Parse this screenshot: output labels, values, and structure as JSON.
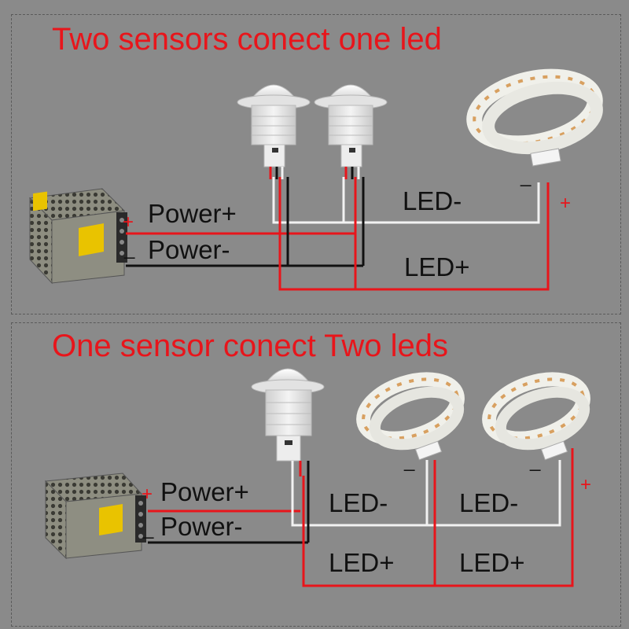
{
  "top": {
    "title": "Two sensors conect one led",
    "power_plus": "Power+",
    "power_minus": "Power-",
    "led_minus": "LED-",
    "led_plus": "LED+",
    "psu_plus": "+",
    "psu_minus": "_",
    "strip_minus": "_",
    "strip_plus": "+"
  },
  "bottom": {
    "title": "One sensor conect Two leds",
    "power_plus": "Power+",
    "power_minus": "Power-",
    "led_minus_1": "LED-",
    "led_minus_2": "LED-",
    "led_plus_1": "LED+",
    "led_plus_2": "LED+",
    "psu_plus": "+",
    "psu_minus": "_",
    "strip1_minus": "_",
    "strip2_minus": "_",
    "strip2_plus": "+"
  },
  "colors": {
    "background": "#8a8a8a",
    "title": "#e8151b",
    "positive_wire": "#e8151b",
    "negative_wire": "#111111",
    "led_minus_wire": "#f2f2f2",
    "sensor_body": "#e6e6e6",
    "psu_case": "#9a9a8a",
    "psu_label": "#e9c300"
  },
  "icons": [
    "pir-sensor-icon",
    "led-strip-icon",
    "power-supply-icon"
  ]
}
